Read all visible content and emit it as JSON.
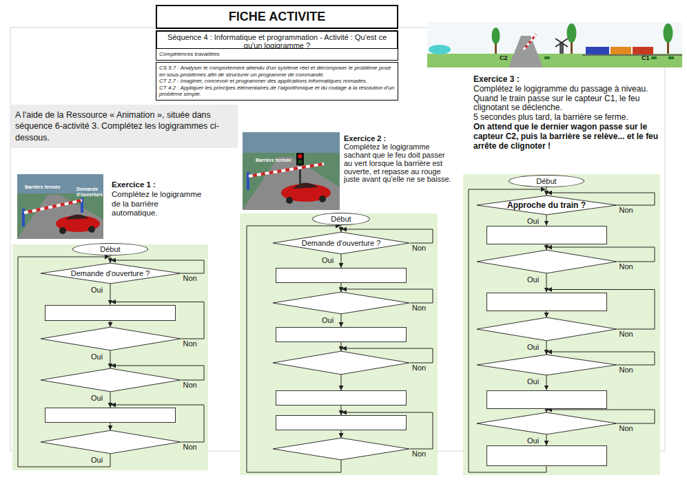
{
  "diagram": {
    "title": "FICHE ACTIVITE",
    "nodes": [
      {
        "text": [
          "Séquence 4 : Informatique et programmation - Activité : Qu'est ce qu'un logigramme ?"
        ]
      },
      {
        "text": [
          "Compétences travaillées"
        ]
      },
      {
        "text": [
          "CS 5.7 : Analyser le comportement attendu d'un système réel et décomposer le problème posé en sous-problèmes afin de structurer un programme de commande.",
          "CT 2.7 : Imaginer, concevoir et programmer des applications informatiques nomades.",
          "CT 4.2 : Appliquer les principes élémentaires de l'algorithmique et du codage à la résolution d'un problème simple."
        ]
      },
      {
        "text": [
          "A l'aide de la Ressource « Animation », située dans séquence 6-activité 3. Complétez les logigrammes ci-dessous."
        ]
      },
      {
        "text": [
          "Début"
        ]
      },
      {
        "text": [
          "Demande d'ouverture ?"
        ]
      },
      {
        "text": []
      },
      {
        "text": []
      },
      {
        "text": []
      },
      {
        "text": []
      },
      {
        "text": []
      },
      {
        "text": [
          "Début"
        ]
      },
      {
        "text": [
          "Demande d'ouverture ?"
        ]
      },
      {
        "text": []
      },
      {
        "text": []
      },
      {
        "text": []
      },
      {
        "text": []
      },
      {
        "text": []
      },
      {
        "text": []
      },
      {
        "text": []
      },
      {
        "text": [
          "Début"
        ]
      },
      {
        "text": [
          "Approche du train ?"
        ]
      },
      {
        "text": []
      },
      {
        "text": []
      },
      {
        "text": []
      },
      {
        "text": []
      },
      {
        "text": []
      },
      {
        "text": []
      },
      {
        "text": []
      },
      {
        "text": []
      }
    ],
    "edges": [
      {
        "from": 4,
        "to": 5,
        "arrow": "to"
      },
      {
        "from": 5,
        "to": 6,
        "label": "Oui",
        "arrow": "to"
      },
      {
        "from": 5,
        "to": 5,
        "label": "Non",
        "arrow": "to"
      },
      {
        "from": 6,
        "to": 7,
        "arrow": "to"
      },
      {
        "from": 7,
        "to": 8,
        "label": "Oui",
        "arrow": "to"
      },
      {
        "from": 7,
        "to": 6,
        "label": "Non",
        "arrow": "to"
      },
      {
        "from": 8,
        "to": 9,
        "label": "Oui",
        "arrow": "to"
      },
      {
        "from": 8,
        "to": 8,
        "label": "Non",
        "arrow": "to"
      },
      {
        "from": 9,
        "to": 10,
        "arrow": "to"
      },
      {
        "from": 10,
        "to": 9,
        "label": "Non",
        "arrow": "to"
      },
      {
        "from": 10,
        "to": 5,
        "label": "Oui",
        "arrow": "to"
      },
      {
        "from": 11,
        "to": 12,
        "arrow": "to"
      },
      {
        "from": 12,
        "to": 13,
        "label": "Oui",
        "arrow": "to"
      },
      {
        "from": 12,
        "to": 12,
        "label": "Non",
        "arrow": "to"
      },
      {
        "from": 13,
        "to": 14,
        "arrow": "to"
      },
      {
        "from": 14,
        "to": 15,
        "label": "Oui",
        "arrow": "to"
      },
      {
        "from": 14,
        "to": 14,
        "label": "Non",
        "arrow": "to"
      },
      {
        "from": 15,
        "to": 16,
        "arrow": "to"
      },
      {
        "from": 16,
        "to": 17,
        "arrow": "to"
      },
      {
        "from": 16,
        "to": 16,
        "label": "Non",
        "arrow": "to"
      },
      {
        "from": 17,
        "to": 18,
        "arrow": "to"
      },
      {
        "from": 18,
        "to": 19,
        "arrow": "to"
      },
      {
        "from": 19,
        "to": 18,
        "label": "Non",
        "arrow": "to"
      },
      {
        "from": 19,
        "to": 12,
        "arrow": "to"
      },
      {
        "from": 20,
        "to": 21,
        "arrow": "to"
      },
      {
        "from": 21,
        "to": 22,
        "label": "Oui",
        "arrow": "to"
      },
      {
        "from": 21,
        "to": 21,
        "label": "Non",
        "arrow": "to"
      },
      {
        "from": 22,
        "to": 23,
        "arrow": "to"
      },
      {
        "from": 23,
        "to": 24,
        "label": "Oui",
        "arrow": "to"
      },
      {
        "from": 23,
        "to": 23,
        "label": "Non",
        "arrow": "to"
      },
      {
        "from": 24,
        "to": 25,
        "arrow": "to"
      },
      {
        "from": 25,
        "to": 26,
        "label": "Oui",
        "arrow": "to"
      },
      {
        "from": 25,
        "to": 24,
        "label": "Non",
        "arrow": "to"
      },
      {
        "from": 26,
        "to": 27,
        "label": "Oui",
        "arrow": "to"
      },
      {
        "from": 26,
        "to": 26,
        "label": "Non",
        "arrow": "to"
      },
      {
        "from": 27,
        "to": 28,
        "arrow": "to"
      },
      {
        "from": 28,
        "to": 29,
        "label": "Oui",
        "arrow": "to"
      },
      {
        "from": 28,
        "to": 28,
        "label": "Non",
        "arrow": "to"
      },
      {
        "from": 29,
        "to": 21,
        "arrow": "to"
      }
    ],
    "labels": [
      "Exercice 1 :",
      "Complétez le logigramme de la barrière automatique.",
      "Exercice 2 :",
      "Complétez le logigramme sachant que le feu doit passer au vert lorsque la barrière est ouverte, et repasse au rouge juste avant qu'elle ne se baisse.",
      "Exercice 3 :",
      "Complétez le logigramme du passage à niveau.",
      "Quand le train passe sur le capteur C1, le feu clignotant se déclenche.",
      "5 secondes plus tard, la barrière se ferme.",
      "On attend que le dernier wagon passe sur le capteur C2, puis la barrière se relève... et le feu arrête de clignoter !",
      "Barrière fermée",
      "Demande d'ouverture",
      "Barrière fermée",
      "C2",
      "C1"
    ]
  }
}
